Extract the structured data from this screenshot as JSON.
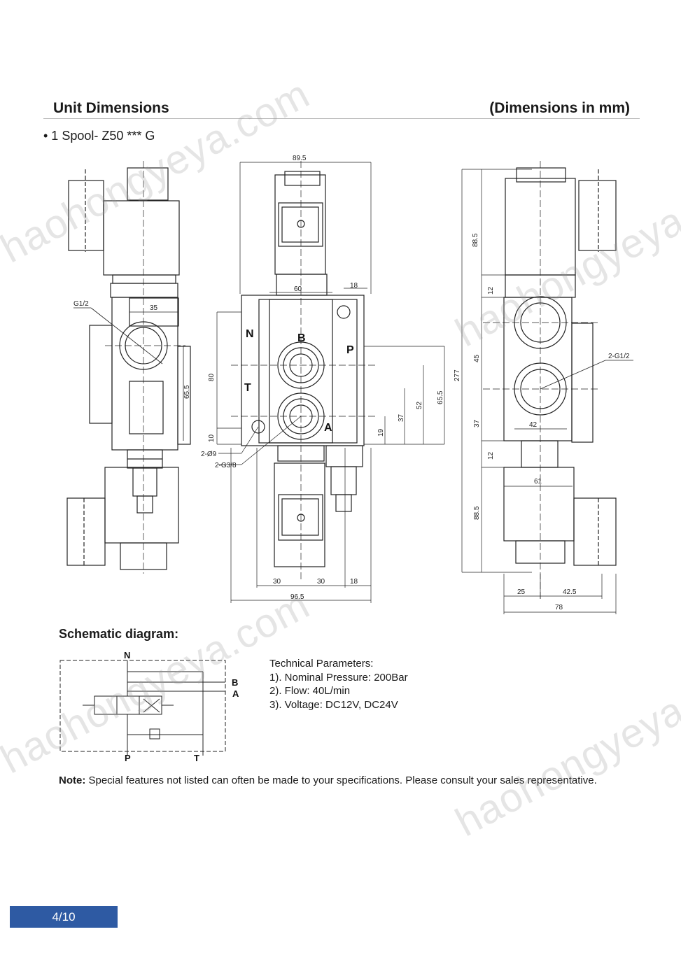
{
  "header": {
    "title": "Unit Dimensions",
    "units": "(Dimensions in mm)"
  },
  "model": "• 1 Spool- Z50 *** G",
  "drawing": {
    "left_view": {
      "port_label": "G1/2",
      "dim_35": "35",
      "dim_65_5": "65.5"
    },
    "front_view": {
      "dims": {
        "width_top": "89.5",
        "d60": "60",
        "d18_top": "18",
        "d80": "80",
        "d10": "10",
        "d19": "19",
        "d37": "37",
        "d52": "52",
        "d65_5": "65.5",
        "d30a": "30",
        "d30b": "30",
        "d18_bottom": "18",
        "d96_5": "96.5"
      },
      "ports": {
        "N": "N",
        "B": "B",
        "P": "P",
        "T": "T",
        "A": "A"
      },
      "callouts": {
        "holes": "2-Ø9",
        "threads": "2-G3/8"
      }
    },
    "side_view": {
      "dims": {
        "d88_5_top": "88.5",
        "d12_top": "12",
        "d45": "45",
        "d37": "37",
        "d42": "42",
        "d12_bottom": "12",
        "d61": "61",
        "d88_5_bottom": "88.5",
        "d277": "277",
        "d25": "25",
        "d42_5": "42.5",
        "d78": "78"
      },
      "callout": "2-G1/2"
    }
  },
  "schematic": {
    "title": "Schematic diagram:",
    "ports": {
      "N": "N",
      "B": "B",
      "A": "A",
      "P": "P",
      "T": "T"
    }
  },
  "technical": {
    "heading": "Technical Parameters:",
    "items": [
      "1). Nominal Pressure: 200Bar",
      "2). Flow: 40L/min",
      "3). Voltage: DC12V, DC24V"
    ]
  },
  "note": {
    "label": "Note:",
    "text": " Special features not listed can often be made to your specifications. Please consult your sales representative."
  },
  "watermark": "haohongyeya.com",
  "page_number": "4/10",
  "colors": {
    "page_box": "#2e5aa3",
    "ink": "#1a1a1a"
  }
}
